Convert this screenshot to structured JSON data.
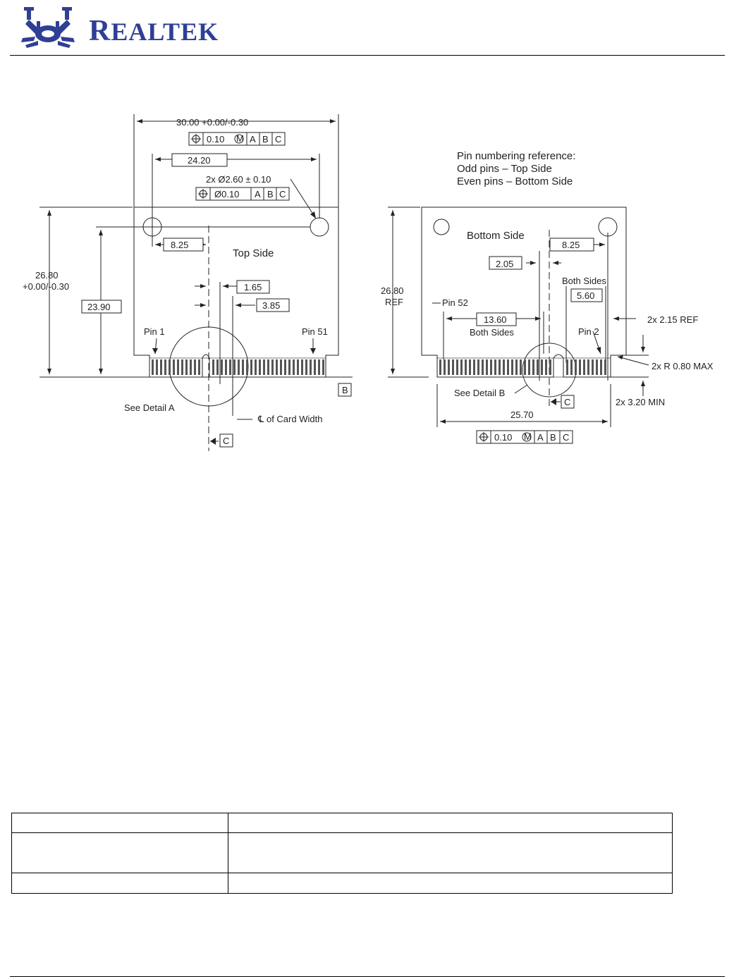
{
  "header": {
    "brand_initial": "R",
    "brand_rest": "EALTEK",
    "brand_color": "#2f3f95",
    "logo_icon": "realtek-crab-logo"
  },
  "drawing": {
    "top_view": {
      "overall_width": "30.00 +0.00/-0.30",
      "fcf_top": {
        "tol": "0.10",
        "mod": "M",
        "d1": "A",
        "d2": "B",
        "d3": "C"
      },
      "hole_spacing": "24.20",
      "hole_callout": "2x Ø2.60 ± 0.10",
      "fcf_holes": {
        "tol": "Ø0.10",
        "d1": "A",
        "d2": "B",
        "d3": "C"
      },
      "height_line1": "26.80",
      "height_line2": "+0.00/-0.30",
      "hole_height": "23.90",
      "hole_offset": "8.25",
      "title": "Top Side",
      "key_a": "1.65",
      "key_b": "3.85",
      "pin1": "Pin 1",
      "pin51": "Pin 51",
      "datum_b": "B",
      "datum_c": "C",
      "detail_a": "See Detail A",
      "centerline": "℄ of Card Width"
    },
    "bottom_view": {
      "ref_line1": "Pin numbering reference:",
      "ref_line2": "Odd pins – Top Side",
      "ref_line3": "Even pins  – Bottom Side",
      "title": "Bottom Side",
      "hole_offset": "8.25",
      "key_offset": "2.05",
      "both_sides_label": "Both Sides",
      "both_sides_value": "5.60",
      "height_line1": "26.80",
      "height_line2": "REF",
      "pin52": "Pin 52",
      "span_value": "13.60",
      "span_label": "Both Sides",
      "pin2": "Pin 2",
      "notch_ref": "2x 2.15 REF",
      "radius": "2x R 0.80 MAX",
      "min_len": "2x 3.20 MIN",
      "detail_b": "See Detail B",
      "datum_c": "C",
      "edge_width": "25.70",
      "fcf_bottom": {
        "tol": "0.10",
        "mod": "M",
        "d1": "A",
        "d2": "B",
        "d3": "C"
      }
    }
  },
  "table": {
    "rows": [
      {
        "label": "",
        "value": ""
      },
      {
        "label": "",
        "value": ""
      },
      {
        "label": "",
        "value": ""
      }
    ]
  }
}
